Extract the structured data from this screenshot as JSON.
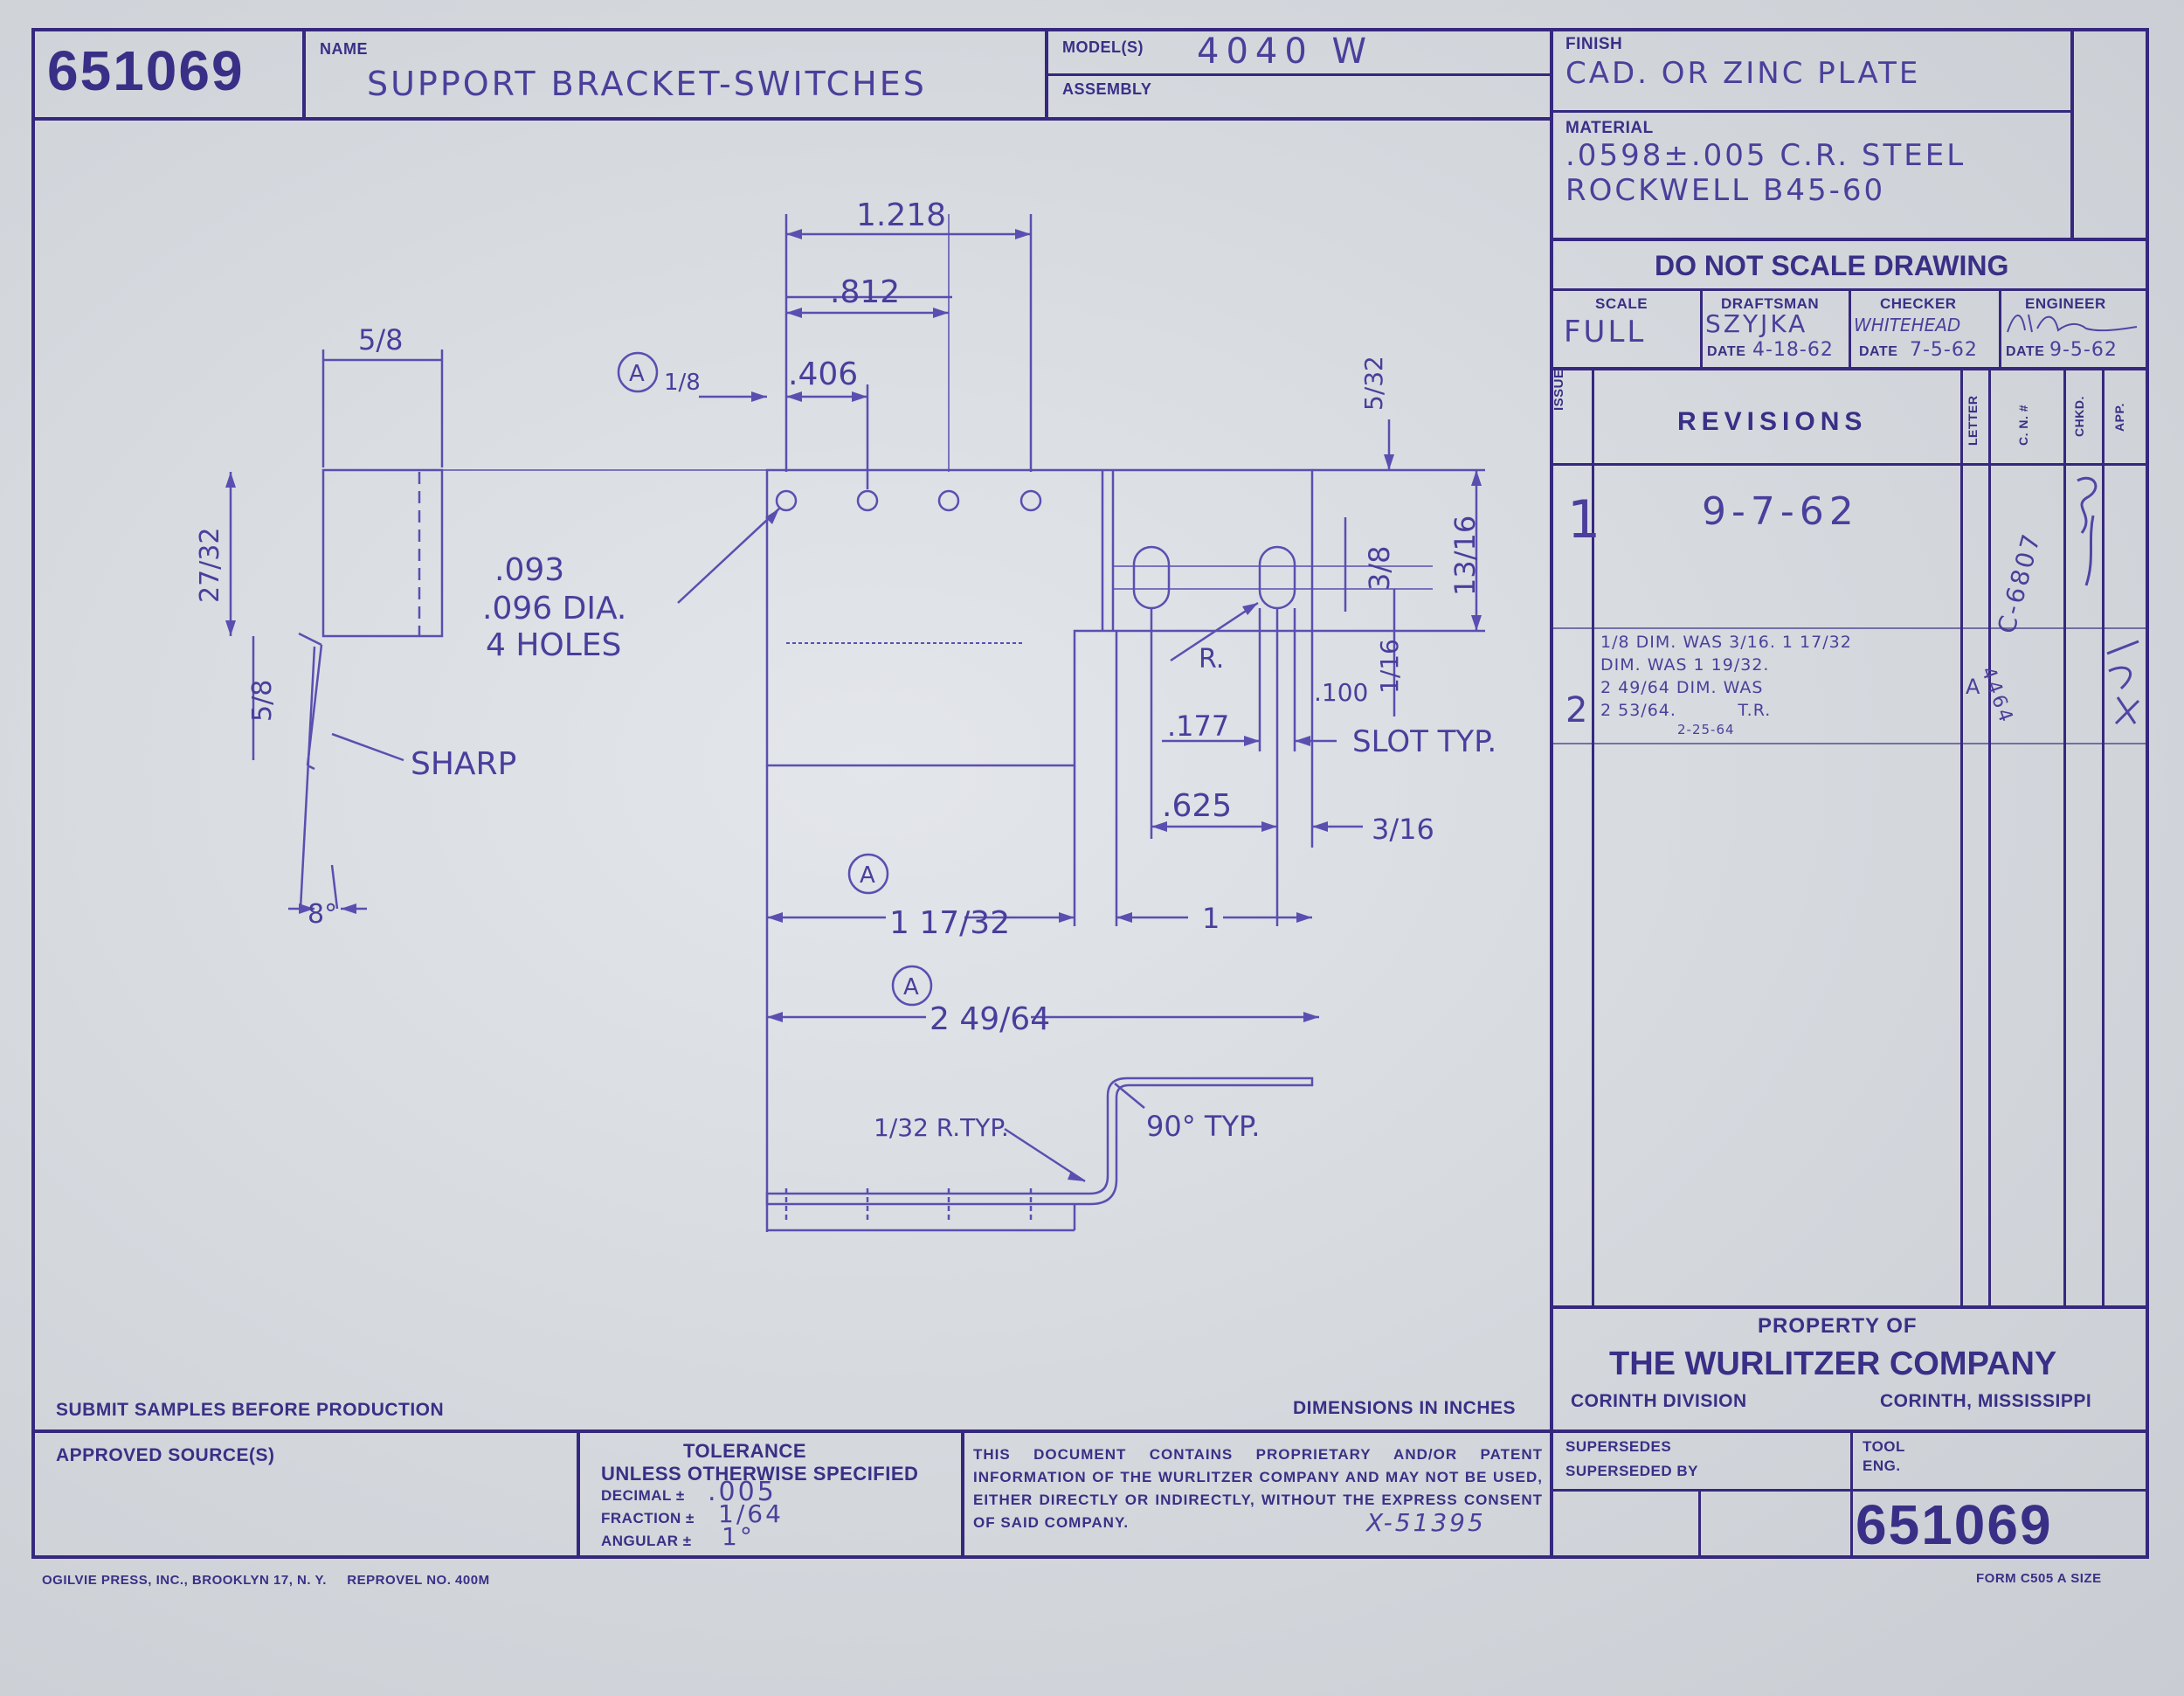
{
  "title_block": {
    "part_number": "651069",
    "name_label": "NAME",
    "name": "SUPPORT BRACKET-SWITCHES",
    "models_label": "MODEL(S)",
    "models": "4040 W",
    "assembly_label": "ASSEMBLY",
    "finish_label": "FINISH",
    "finish": "CAD. OR ZINC PLATE",
    "material_label": "MATERIAL",
    "material_line1": ".0598±.005 C.R. STEEL",
    "material_line2": "ROCKWELL B45-60",
    "do_not_scale": "DO NOT SCALE DRAWING",
    "scale_label": "SCALE",
    "scale": "FULL",
    "draftsman_label": "DRAFTSMAN",
    "draftsman": "SZYJKA",
    "draftsman_date_label": "DATE",
    "draftsman_date": "4-18-62",
    "checker_label": "CHECKER",
    "checker": "WHITEHEAD",
    "checker_date_label": "DATE",
    "checker_date": "7-5-62",
    "engineer_label": "ENGINEER",
    "engineer_date_label": "DATE",
    "engineer_date": "9-5-62"
  },
  "revisions": {
    "issue_label": "ISSUE",
    "title": "REVISIONS",
    "letter_label": "LETTER",
    "cn_label": "C. N. #",
    "chkd_label": "CHKD.",
    "app_label": "APP.",
    "rows": [
      {
        "issue": "1",
        "text": "9-7-62",
        "letter": "",
        "cn": "C-6807"
      },
      {
        "issue": "2",
        "text_lines": [
          "1/8 DIM. WAS 3/16.  1 17/32",
          "DIM. WAS 1 19/32.",
          "2 49/64 DIM. WAS",
          "2 53/64.          T.R.",
          "2-25-64"
        ],
        "letter": "A",
        "cn": "4464"
      }
    ]
  },
  "company": {
    "property_of": "PROPERTY OF",
    "name": "THE WURLITZER COMPANY",
    "division": "CORINTH DIVISION",
    "location": "CORINTH, MISSISSIPPI"
  },
  "notes": {
    "submit_samples": "SUBMIT SAMPLES BEFORE PRODUCTION",
    "dimensions": "DIMENSIONS IN INCHES",
    "approved_sources": "APPROVED SOURCE(S)",
    "tolerance_title": "TOLERANCE",
    "tolerance_sub": "UNLESS OTHERWISE SPECIFIED",
    "decimal_label": "DECIMAL ±",
    "decimal": ".005",
    "fraction_label": "FRACTION ±",
    "fraction": "1/64",
    "angular_label": "ANGULAR ±",
    "angular": "1°",
    "proprietary": "THIS DOCUMENT CONTAINS PROPRIETARY AND/OR PATENT INFORMATION OF THE WURLITZER COMPANY AND MAY NOT BE USED, EITHER DIRECTLY OR INDIRECTLY, WITHOUT THE EXPRESS CONSENT OF SAID COMPANY.",
    "proprietary_ref": "X-51395",
    "supersedes": "SUPERSEDES",
    "superseded_by": "SUPERSEDED BY",
    "tool": "TOOL",
    "eng": "ENG.",
    "part_number_bottom": "651069"
  },
  "footer": {
    "printer": "OGILVIE PRESS, INC., BROOKLYN 17, N. Y.     REPROVEL NO. 400M",
    "form": "FORM C505 A SIZE"
  },
  "drawing": {
    "dim_1218": "1.218",
    "dim_812": ".812",
    "dim_406": ".406",
    "dim_5_8": "5/8",
    "dim_1_8": "1/8",
    "dim_5_32": "5/32",
    "dim_27_32": "27/32",
    "dim_5_8b": "5/8",
    "hole_1": ".093",
    "hole_2": ".096 DIA.",
    "hole_3": "4 HOLES",
    "sharp": "SHARP",
    "angle": "8°",
    "dim_3_8": "3/8",
    "dim_13_16": "13/16",
    "radius": "R.",
    "dim_100": ".100",
    "dim_1_16": "1/16",
    "dim_177": ".177",
    "slot": "SLOT TYP.",
    "dim_625": ".625",
    "dim_3_16": "3/16",
    "dim_1_17_32": "1 17/32",
    "dim_1": "1",
    "dim_2_49_64": "2 49/64",
    "rtyp": "1/32 R.TYP.",
    "typ90": "90° TYP.",
    "rev_marker": "A"
  }
}
